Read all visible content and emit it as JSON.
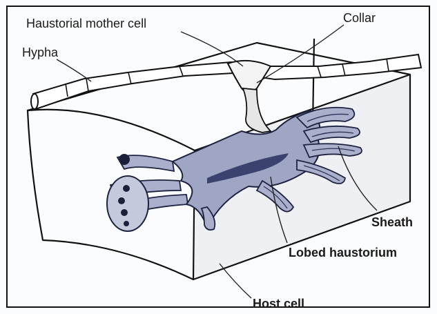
{
  "labels": {
    "haustorial_mother_cell": "Haustorial mother cell",
    "collar": "Collar",
    "hypha": "Hypha",
    "sheath": "Sheath",
    "lobed_haustorium": "Lobed haustorium",
    "host_cell": "Host cell"
  },
  "colors": {
    "background": "#fbfcfd",
    "outline": "#111111",
    "haustorium_fill": "#9fa6c4",
    "haustorium_core": "#3c4270"
  }
}
